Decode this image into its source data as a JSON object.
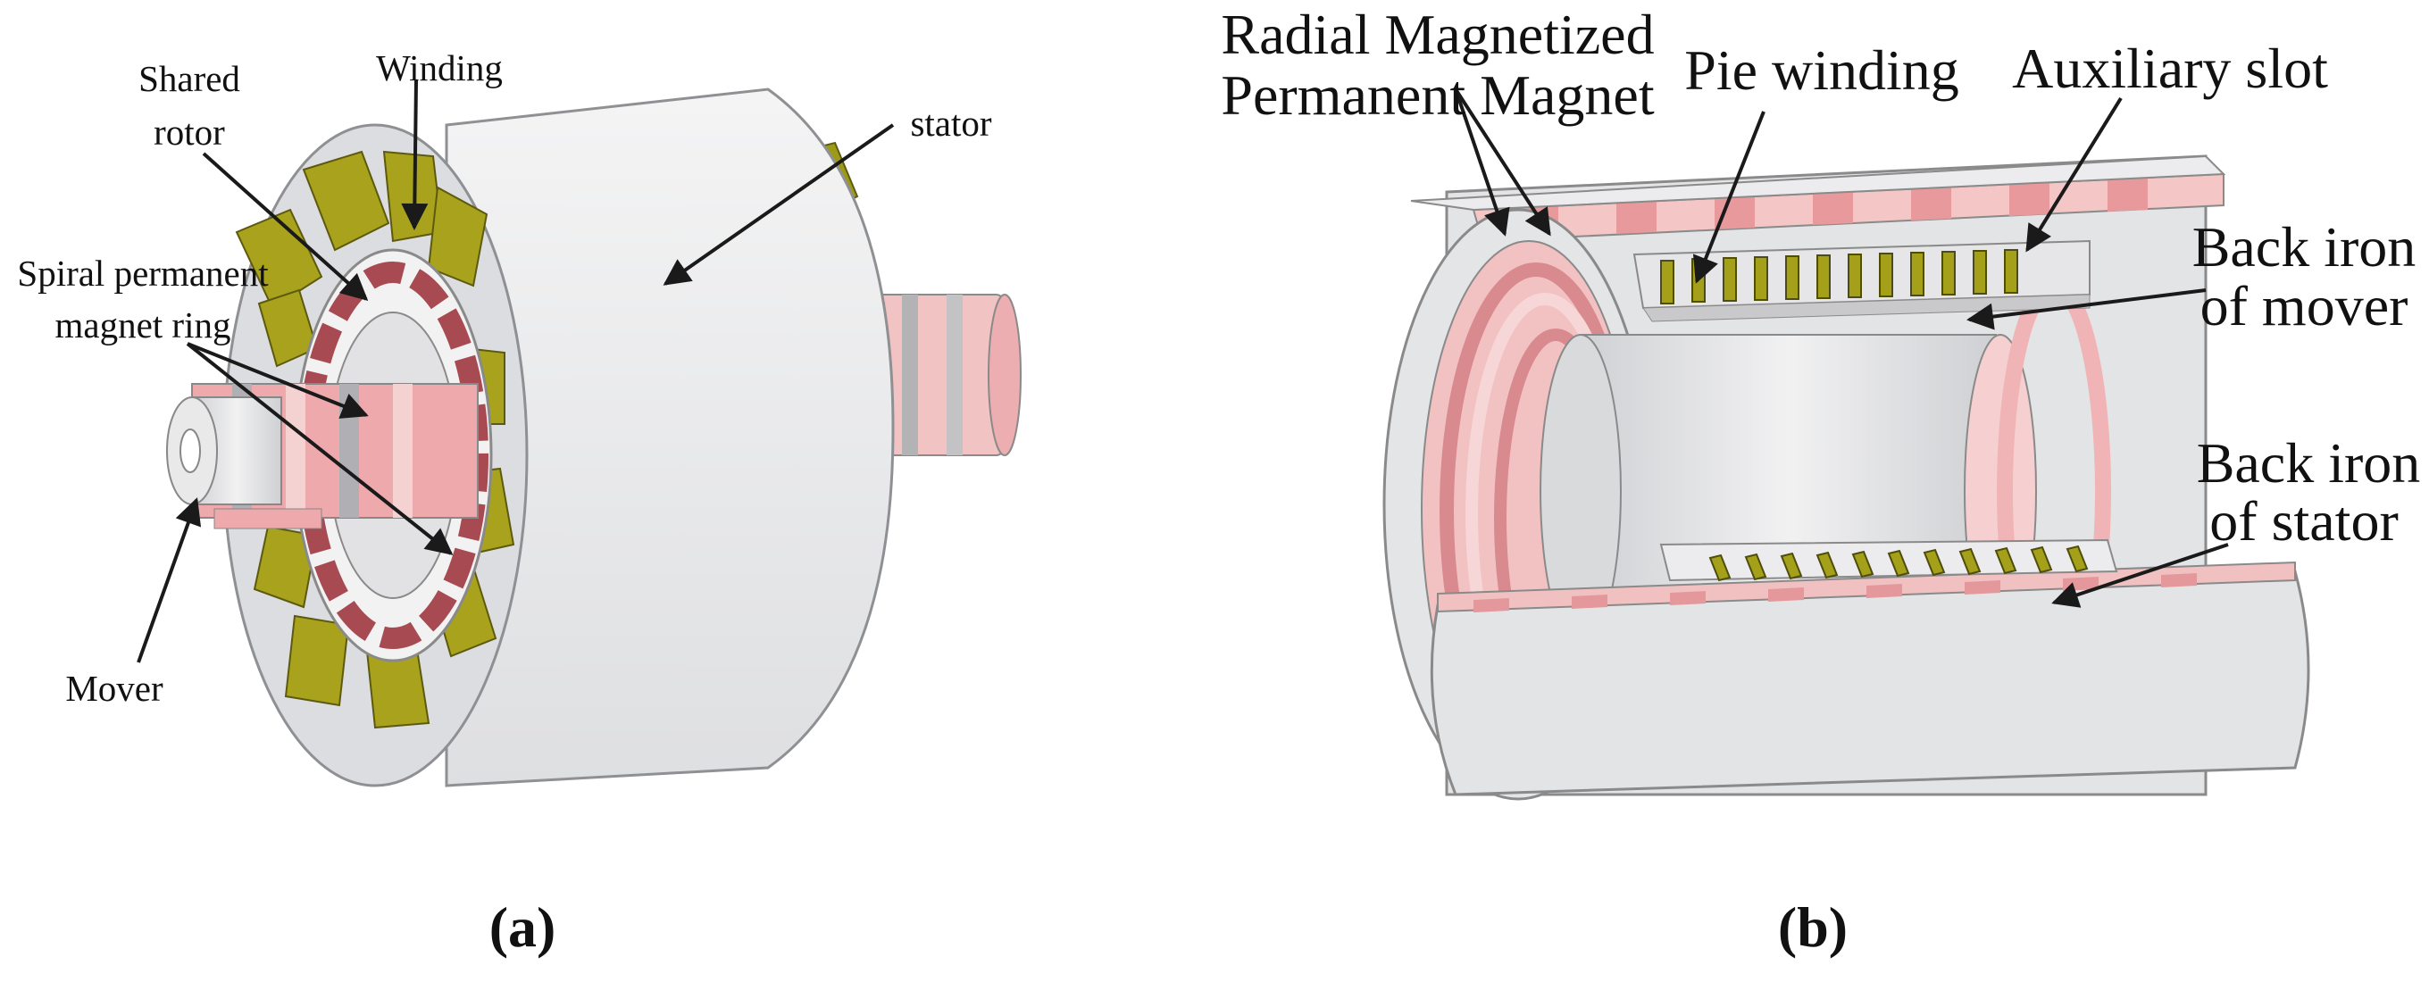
{
  "panel_a": {
    "labels": {
      "shared_rotor_1": "Shared",
      "shared_rotor_2": "rotor",
      "winding": "Winding",
      "stator": "stator",
      "spiral_1": "Spiral permanent",
      "spiral_2": "magnet ring",
      "mover": "Mover"
    },
    "caption": "(a)"
  },
  "panel_b": {
    "labels": {
      "radial_1": "Radial Magnetized",
      "radial_2": "Permanent Magnet",
      "pie_winding": "Pie winding",
      "aux_slot": "Auxiliary slot",
      "back_mover_1": "Back iron",
      "back_mover_2": "of mover",
      "back_stator_1": "Back iron",
      "back_stator_2": "of stator"
    },
    "caption": "(b)"
  },
  "colors": {
    "iron": "#e9eaec",
    "winding_olive": "#a6a11c",
    "magnet_pink": "#f0b8b8",
    "magnet_dark": "#b85a5f"
  }
}
